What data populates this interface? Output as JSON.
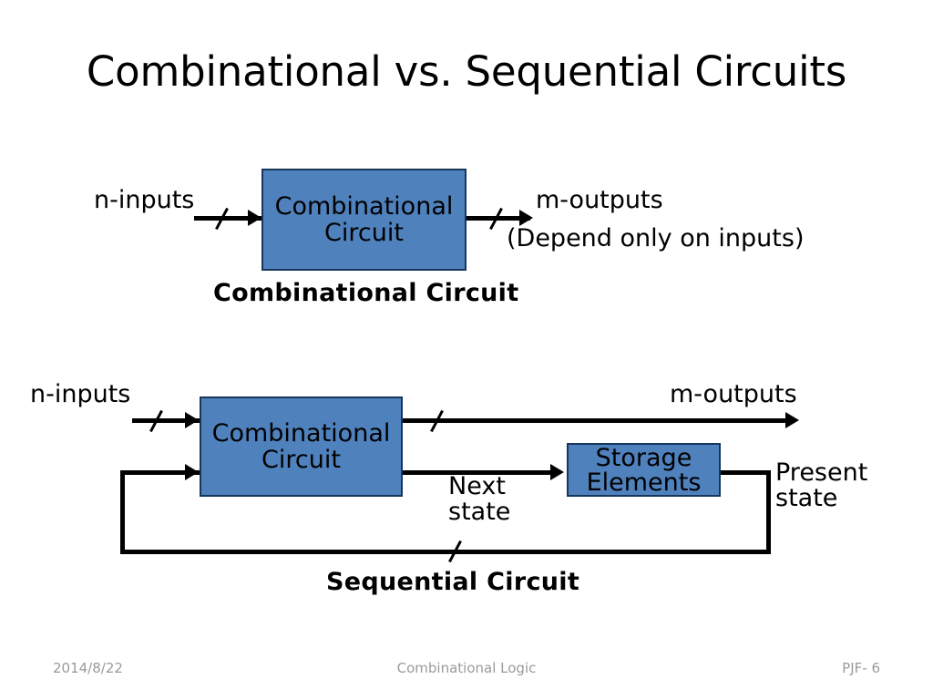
{
  "slide": {
    "title": "Combinational vs. Sequential Circuits",
    "background_color": "#ffffff",
    "block_fill_color": "#4f81bd",
    "block_border_color": "#16365c",
    "wire_color": "#000000"
  },
  "diagram_combinational": {
    "caption": "Combinational Circuit",
    "input_label": "n-inputs",
    "block_line1": "Combinational",
    "block_line2": "Circuit",
    "output_label": "m-outputs",
    "output_note": "(Depend only on inputs)"
  },
  "diagram_sequential": {
    "caption": "Sequential Circuit",
    "input_label": "n-inputs",
    "block_line1": "Combinational",
    "block_line2": "Circuit",
    "output_label": "m-outputs",
    "storage_line1": "Storage",
    "storage_line2": "Elements",
    "next_state_line1": "Next",
    "next_state_line2": "state",
    "present_state_line1": "Present",
    "present_state_line2": "state"
  },
  "footer": {
    "date": "2014/8/22",
    "subject": "Combinational Logic",
    "page": "PJF- 6"
  }
}
